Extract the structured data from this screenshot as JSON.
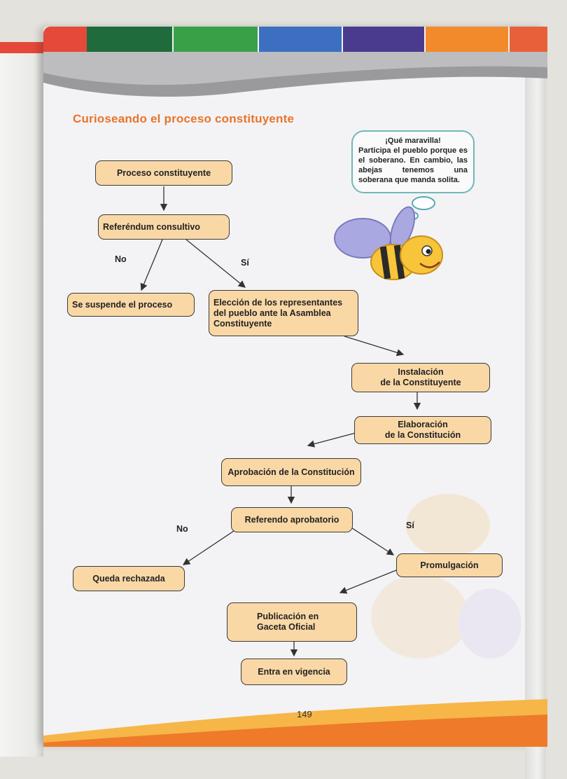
{
  "page": {
    "title": "Curioseando el proceso constituyente",
    "page_number": "149"
  },
  "speech_bubble": {
    "heading": "¡Qué maravilla!",
    "text": "Participa el pueblo porque es el soberano. En cambio, las abejas tenemos una soberana que manda solita."
  },
  "flowchart": {
    "proceso": "Proceso constituyente",
    "referendum": "Referéndum consultivo",
    "no_1": "No",
    "si_1": "Sí",
    "suspende": "Se suspende el proceso",
    "eleccion": "Elección de los representantes\ndel pueblo ante la Asamblea\nConstituyente",
    "instalacion": "Instalación\nde la Constituyente",
    "elaboracion": "Elaboración\nde la Constitución",
    "aprobacion": "Aprobación de la Constitución",
    "referendo": "Referendo aprobatorio",
    "no_2": "No",
    "si_2": "Sí",
    "rechazada": "Queda rechazada",
    "promulgacion": "Promulgación",
    "publicacion": "Publicación en\nGaceta Oficial",
    "vigencia": "Entra en vigencia"
  },
  "colors": {
    "title": "#e8742a",
    "box_fill": "#fad8a6",
    "bubble_border": "#6fb8b8",
    "tab_colors": [
      "#e4493a",
      "#1f6b3c",
      "#3aa048",
      "#3c6fc0",
      "#4a3b8e",
      "#f28a2c",
      "#e8603a"
    ]
  },
  "icons": [
    "bee-illustration"
  ]
}
